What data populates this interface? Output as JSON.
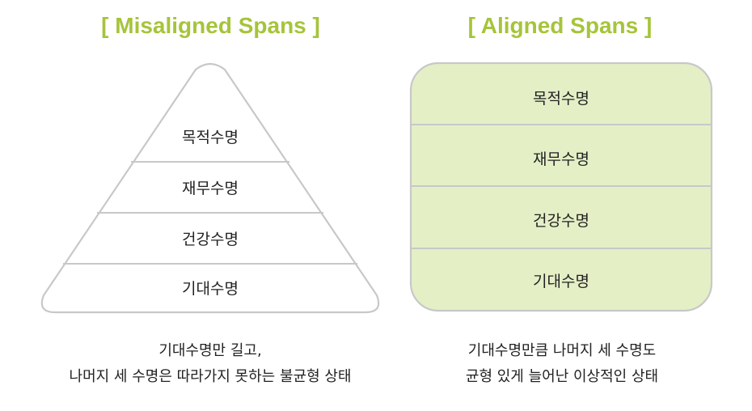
{
  "colors": {
    "accent": "#a6c43a",
    "outline": "#c8c8c8",
    "aligned_fill": "#e4efc6",
    "misaligned_fill": "#ffffff"
  },
  "left": {
    "title": "[ Misaligned Spans ]",
    "layers": [
      "목적수명",
      "재무수명",
      "건강수명",
      "기대수명"
    ],
    "caption_line1": "기대수명만 길고,",
    "caption_line2": "나머지 세 수명은 따라가지 못하는 불균형 상태"
  },
  "right": {
    "title": "[ Aligned Spans ]",
    "layers": [
      "목적수명",
      "재무수명",
      "건강수명",
      "기대수명"
    ],
    "caption_line1": "기대수명만큼 나머지 세 수명도",
    "caption_line2": "균형 있게 늘어난 이상적인 상태"
  }
}
